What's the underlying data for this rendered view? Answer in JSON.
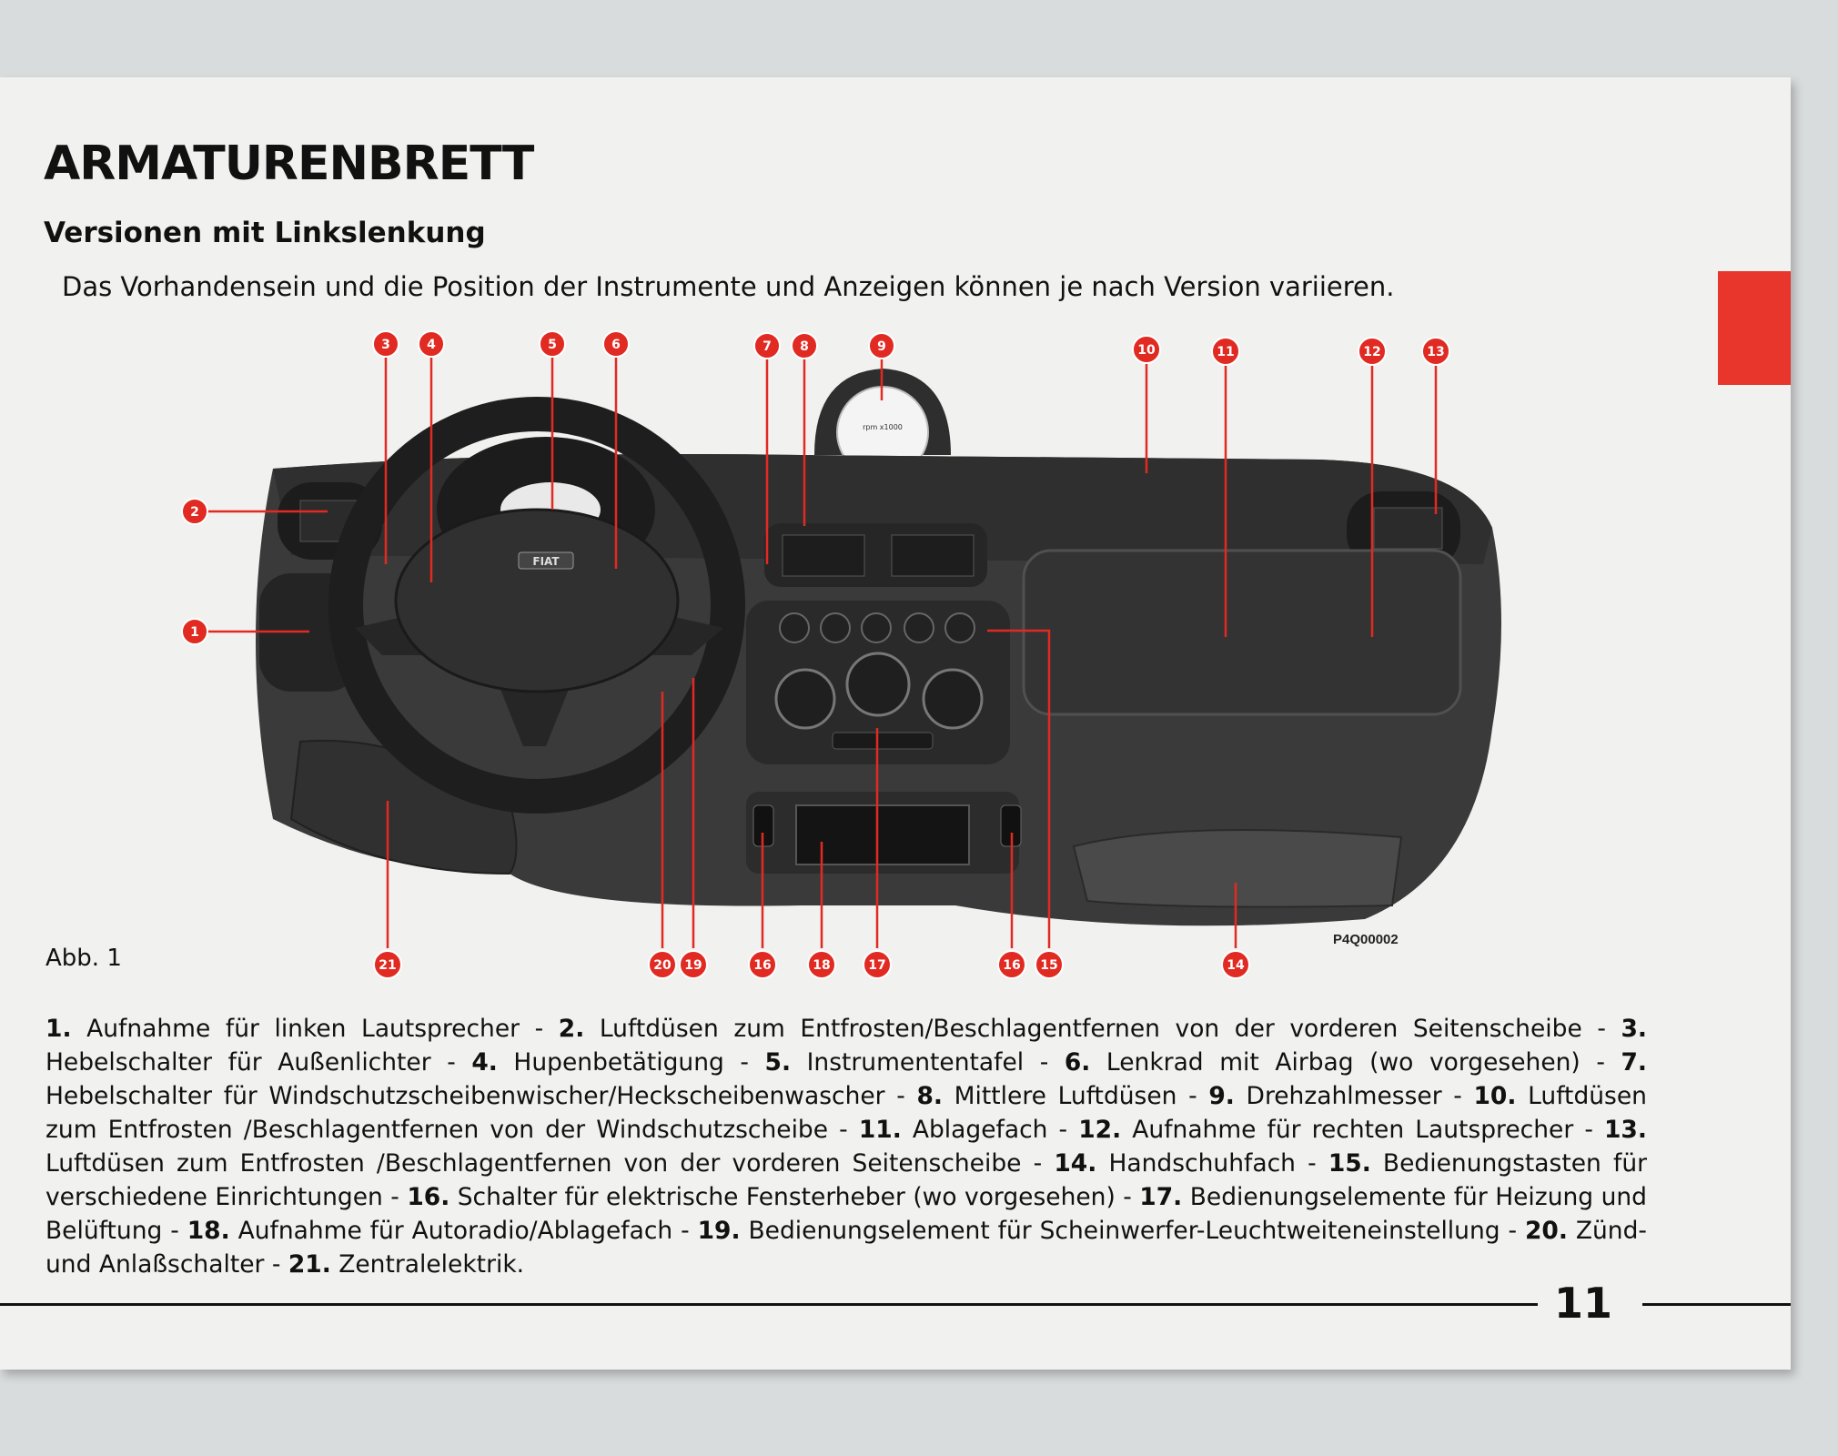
{
  "heading": "ARMATURENBRETT",
  "subheading": "Versionen mit Linkslenkung",
  "intro": "Das Vorhandensein und die Position der Instrumente und Anzeigen können je nach Version variieren.",
  "figure": {
    "caption": "Abb. 1",
    "code": "P4Q00002",
    "gauge_label": "rpm x1000",
    "brand": "FIAT",
    "callouts": [
      "1",
      "2",
      "3",
      "4",
      "5",
      "6",
      "7",
      "8",
      "9",
      "10",
      "11",
      "12",
      "13",
      "14",
      "15",
      "16",
      "16",
      "17",
      "18",
      "19",
      "20",
      "21"
    ]
  },
  "legend": [
    {
      "num": "1.",
      "text": "Aufnahme für linken Lautsprecher"
    },
    {
      "num": "2.",
      "text": "Luftdüsen zum Entfrosten/Beschlagentfernen von der vorderen Seitenscheibe"
    },
    {
      "num": "3.",
      "text": "Hebelschalter für Außenlichter"
    },
    {
      "num": "4.",
      "text": "Hupenbetätigung"
    },
    {
      "num": "5.",
      "text": "Instrumententafel"
    },
    {
      "num": "6.",
      "text": "Lenkrad mit Airbag (wo vorgesehen)"
    },
    {
      "num": "7.",
      "text": "Hebelschalter für Windschutzscheibenwischer/Heckscheibenwascher"
    },
    {
      "num": "8.",
      "text": "Mittlere Luftdüsen"
    },
    {
      "num": "9.",
      "text": "Drehzahlmesser"
    },
    {
      "num": "10.",
      "text": "Luftdüsen zum Entfrosten /Beschlagentfernen von der Windschutzscheibe"
    },
    {
      "num": "11.",
      "text": "Ablagefach"
    },
    {
      "num": "12.",
      "text": "Aufnahme für rechten Lautsprecher"
    },
    {
      "num": "13.",
      "text": "Luftdüsen zum Entfrosten /Beschlagentfernen von der vorderen Seitenscheibe"
    },
    {
      "num": "14.",
      "text": "Handschuhfach"
    },
    {
      "num": "15.",
      "text": "Bedienungstasten für verschiedene Einrichtungen"
    },
    {
      "num": "16.",
      "text": "Schalter für elektrische Fensterheber (wo vorgesehen)"
    },
    {
      "num": "17.",
      "text": "Bedienungselemente für Heizung und Belüftung"
    },
    {
      "num": "18.",
      "text": "Aufnahme für Autoradio/Ablagefach"
    },
    {
      "num": "19.",
      "text": "Bedienungselement für Scheinwerfer-Leuchtweiteneinstellung"
    },
    {
      "num": "20.",
      "text": "Zünd- und Anlaßschalter"
    },
    {
      "num": "21.",
      "text": "Zentralelektrik."
    }
  ],
  "page_number": "11",
  "colors": {
    "accent": "#e8362c",
    "callout": "#e02a22"
  }
}
